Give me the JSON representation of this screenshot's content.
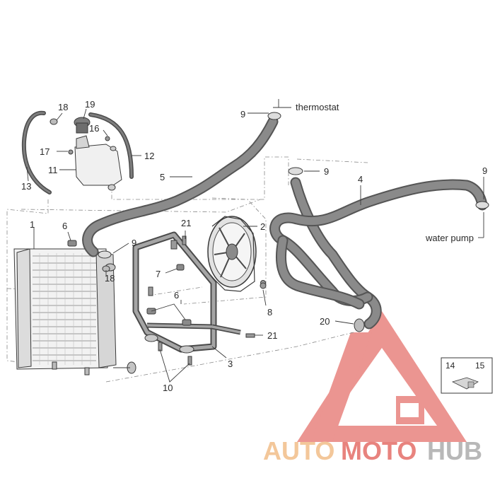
{
  "labels": {
    "thermostat": "thermostat",
    "water_pump": "water pump",
    "p1": "1",
    "p2": "2",
    "p3": "3",
    "p4": "4",
    "p5": "5",
    "p6a": "6",
    "p6b": "6",
    "p7": "7",
    "p8": "8",
    "p9a": "9",
    "p9b": "9",
    "p9c": "9",
    "p9d": "9",
    "p10": "10",
    "p11": "11",
    "p12": "12",
    "p13": "13",
    "p14": "14",
    "p15": "15",
    "p16": "16",
    "p17": "17",
    "p18a": "18",
    "p18b": "18",
    "p19": "19",
    "p20": "20",
    "p21a": "21",
    "p21b": "21"
  },
  "watermark": {
    "part1": "AUTO",
    "part2": "MOTO",
    "part3": "HUB",
    "color_light": "#f3c79a",
    "color_red": "#e8837e",
    "color_gray": "#b8b8b8"
  }
}
